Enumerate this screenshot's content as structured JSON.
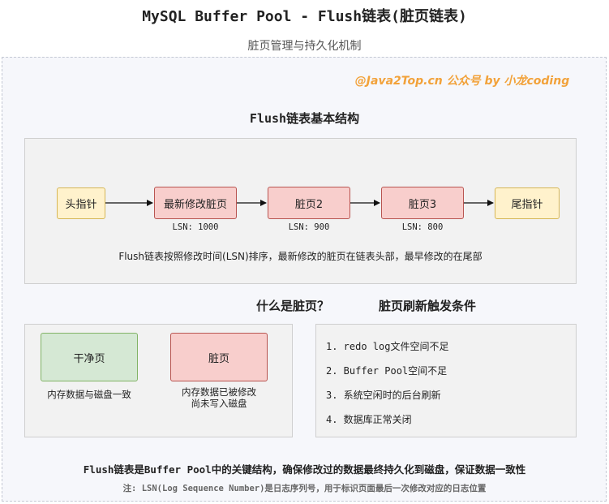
{
  "header": {
    "title": "MySQL Buffer Pool - Flush链表(脏页链表)",
    "subtitle": "脏页管理与持久化机制"
  },
  "watermark": "@Java2Top.cn 公众号 by 小龙coding",
  "structure": {
    "title": "Flush链表基本结构",
    "nodes": [
      {
        "label": "头指针",
        "lsn": ""
      },
      {
        "label": "最新修改脏页",
        "lsn": "LSN: 1000"
      },
      {
        "label": "脏页2",
        "lsn": "LSN: 900"
      },
      {
        "label": "脏页3",
        "lsn": "LSN: 800"
      },
      {
        "label": "尾指针",
        "lsn": ""
      }
    ],
    "description": "Flush链表按照修改时间(LSN)排序，最新修改的脏页在链表头部，最早修改的在尾部"
  },
  "dirty_page": {
    "title": "什么是脏页？",
    "clean": {
      "label": "干净页",
      "desc": "内存数据与磁盘一致"
    },
    "dirty": {
      "label": "脏页",
      "desc_line1": "内存数据已被修改",
      "desc_line2": "尚未写入磁盘"
    }
  },
  "triggers": {
    "title": "脏页刷新触发条件",
    "items": [
      "1. redo log文件空间不足",
      "2. Buffer Pool空间不足",
      "3. 系统空闲时的后台刷新",
      "4. 数据库正常关闭"
    ]
  },
  "summary": "Flush链表是Buffer Pool中的关键结构，确保修改过的数据最终持久化到磁盘，保证数据一致性",
  "footnote": "注: LSN(Log Sequence Number)是日志序列号，用于标识页面最后一次修改对应的日志位置",
  "colors": {
    "pointer_fill": "#fff2cc",
    "pointer_border": "#d6b656",
    "dirty_fill": "#f8cecc",
    "dirty_border": "#b85450",
    "clean_fill": "#d5e8d4",
    "clean_border": "#82b366",
    "watermark": "#f2a23a"
  }
}
